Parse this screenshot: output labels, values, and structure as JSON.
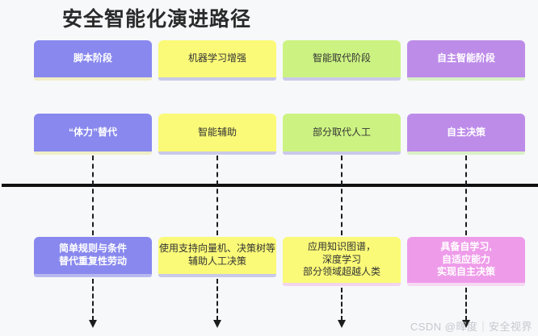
{
  "title": "安全智能化演进路径",
  "watermark": "CSDN @晖度｜安全视界",
  "colors": {
    "background": "#f7f8fa",
    "divider_line": "#111111",
    "arrow": "#1c1c1c",
    "purple": "#8888ee",
    "yellow": "#fafa78",
    "green": "#ccf382",
    "violet": "#bd8ce9",
    "pink": "#ee9ce9"
  },
  "diagram": {
    "rows": [
      {
        "name": "stage",
        "cells": [
          {
            "text": "脚本阶段",
            "bg": "#8888ee",
            "fg": "#ffffff",
            "edge": "#f0eec6"
          },
          {
            "text": "机器学习增强",
            "bg": "#fafa78",
            "fg": "#333333",
            "edge": "#c9c9e9"
          },
          {
            "text": "智能取代阶段",
            "bg": "#ccf382",
            "fg": "#333333",
            "edge": "#c9c9e9"
          },
          {
            "text": "自主智能阶段",
            "bg": "#bd8ce9",
            "fg": "#ffffff",
            "edge": "#d9f0c6"
          }
        ]
      },
      {
        "name": "mode",
        "cells": [
          {
            "text": "“体力”替代",
            "bg": "#8888ee",
            "fg": "#ffffff",
            "edge": "#f0eec6"
          },
          {
            "text": "智能辅助",
            "bg": "#fafa78",
            "fg": "#333333",
            "edge": "#c9c9e9"
          },
          {
            "text": "部分取代人工",
            "bg": "#ccf382",
            "fg": "#333333",
            "edge": "#c9c9e9"
          },
          {
            "text": "自主决策",
            "bg": "#bd8ce9",
            "fg": "#ffffff",
            "edge": "#d9f0c6"
          }
        ]
      },
      {
        "name": "detail",
        "cells": [
          {
            "text": "简单规则与条件\n替代重复性劳动",
            "bg": "#8888ee",
            "fg": "#ffffff",
            "edge": "#b7b7f0"
          },
          {
            "text": "使用支持向量机、决策树等\n辅助人工决策",
            "bg": "#fafa78",
            "fg": "#333333",
            "edge": "#c9c9e9"
          },
          {
            "text": "应用知识图谱，\n深度学习\n部分领域超越人类",
            "bg": "#fafa78",
            "fg": "#333333",
            "edge": "#f2d4ec"
          },
          {
            "text": "具备自学习,\n自适应能力\n实现自主决策",
            "bg": "#ee9ce9",
            "fg": "#ffffff",
            "edge": "#f6d9f2"
          }
        ]
      }
    ]
  }
}
